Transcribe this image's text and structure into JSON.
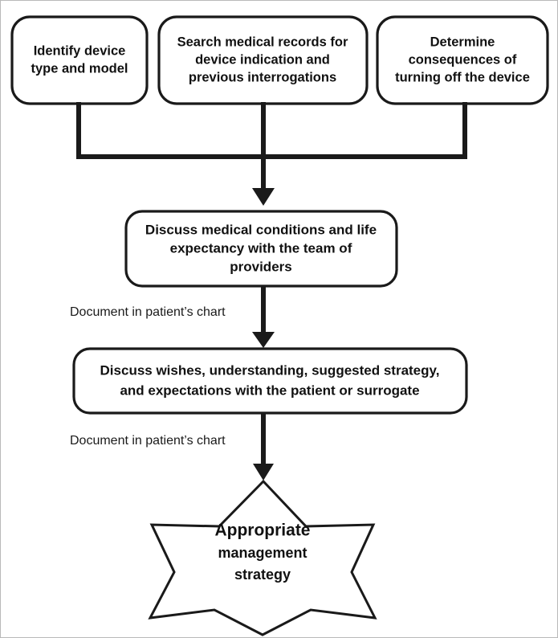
{
  "diagram": {
    "type": "flowchart",
    "orientation": "top-to-bottom",
    "background_color": "#ffffff",
    "line_color": "#1a1a1a",
    "frame_color": "#b9b9b9",
    "nodes": [
      {
        "id": "identify-device",
        "shape": "rounded-rectangle",
        "lines": [
          "Identify device",
          "type and model"
        ]
      },
      {
        "id": "search-records",
        "shape": "rounded-rectangle",
        "lines": [
          "Search medical records for",
          "device indication and",
          "previous interrogations"
        ]
      },
      {
        "id": "determine-consequences",
        "shape": "rounded-rectangle",
        "lines": [
          "Determine",
          "consequences of",
          "turning off the device"
        ]
      },
      {
        "id": "discuss-team",
        "shape": "rounded-rectangle",
        "lines": [
          "Discuss medical conditions and life",
          "expectancy with the team of",
          "providers"
        ]
      },
      {
        "id": "discuss-patient",
        "shape": "rounded-rectangle",
        "lines": [
          "Discuss wishes, understanding, suggested strategy,",
          "and expectations with the patient or surrogate"
        ]
      },
      {
        "id": "appropriate-strategy",
        "shape": "seven-point-star",
        "lines": [
          "Appropriate",
          "management",
          "strategy"
        ]
      }
    ],
    "edge_labels": [
      {
        "id": "doc-chart-1",
        "text": "Document in patient’s chart"
      },
      {
        "id": "doc-chart-2",
        "text": "Document in patient’s chart"
      }
    ]
  }
}
